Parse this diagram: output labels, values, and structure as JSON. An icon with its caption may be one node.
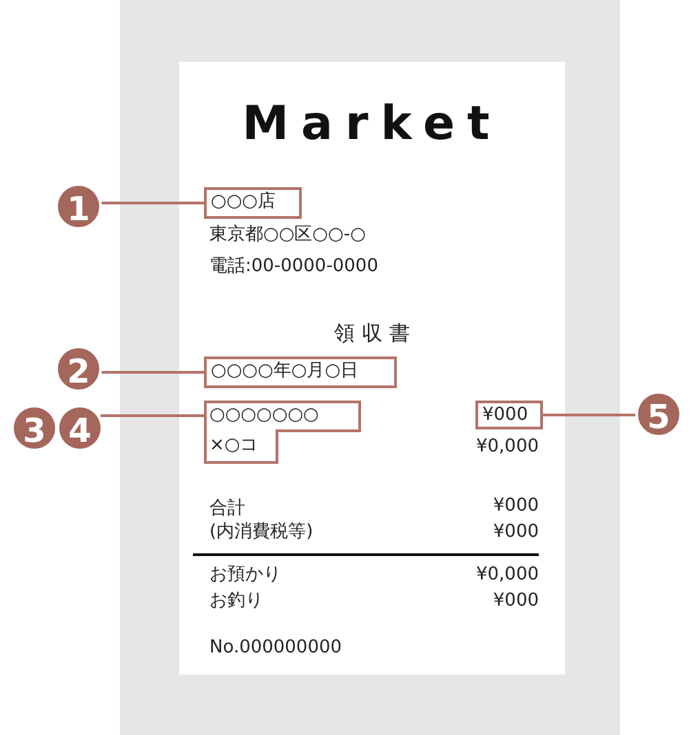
{
  "diagram": {
    "nodes": [
      {
        "text": [
          "1"
        ]
      },
      {
        "text": [
          "○○○店"
        ]
      },
      {
        "text": [
          "2"
        ]
      },
      {
        "text": [
          "○○○○年○月○日"
        ]
      },
      {
        "text": [
          "3"
        ]
      },
      {
        "text": [
          "4"
        ]
      },
      {
        "text": [
          "○○○○○○○",
          "×○コ"
        ]
      },
      {
        "text": [
          "¥000"
        ]
      },
      {
        "text": [
          "5"
        ]
      }
    ],
    "edges": [
      {
        "from": 0,
        "to": 1,
        "arrow": "none"
      },
      {
        "from": 2,
        "to": 3,
        "arrow": "none"
      },
      {
        "from": 5,
        "to": 6,
        "arrow": "none"
      },
      {
        "from": 8,
        "to": 7,
        "arrow": "none"
      }
    ],
    "labels": [
      "Market",
      "東京都○○区○○-○",
      "電話:00-0000-0000",
      "領 収 書",
      "¥0,000",
      "合計",
      "¥000",
      "(内消費税等)",
      "¥000",
      "お預かり",
      "¥0,000",
      "お釣り",
      "¥000",
      "No.000000000"
    ]
  }
}
